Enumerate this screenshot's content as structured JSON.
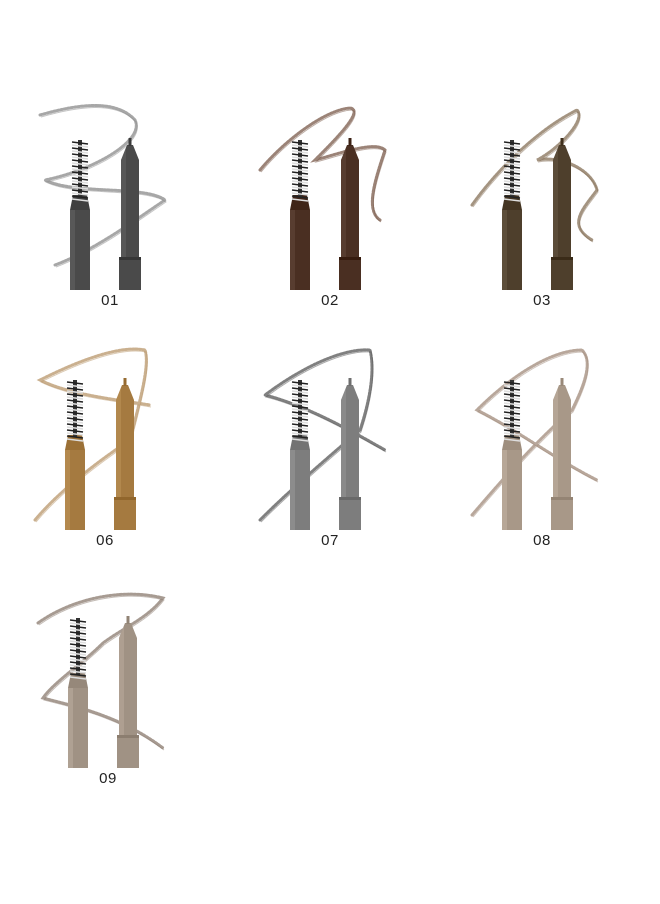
{
  "shades": [
    {
      "label": "01",
      "color": "#4a4a4a",
      "stroke": "#8a8a8a"
    },
    {
      "label": "02",
      "color": "#4a2f22",
      "stroke": "#7a5a4a"
    },
    {
      "label": "03",
      "color": "#4e3f2c",
      "stroke": "#857057"
    },
    {
      "label": "06",
      "color": "#a57a40",
      "stroke": "#b8966a"
    },
    {
      "label": "07",
      "color": "#7d7d7d",
      "stroke": "#555555"
    },
    {
      "label": "08",
      "color": "#a89888",
      "stroke": "#a08a7a"
    },
    {
      "label": "09",
      "color": "#a09284",
      "stroke": "#8a7a6e"
    }
  ]
}
